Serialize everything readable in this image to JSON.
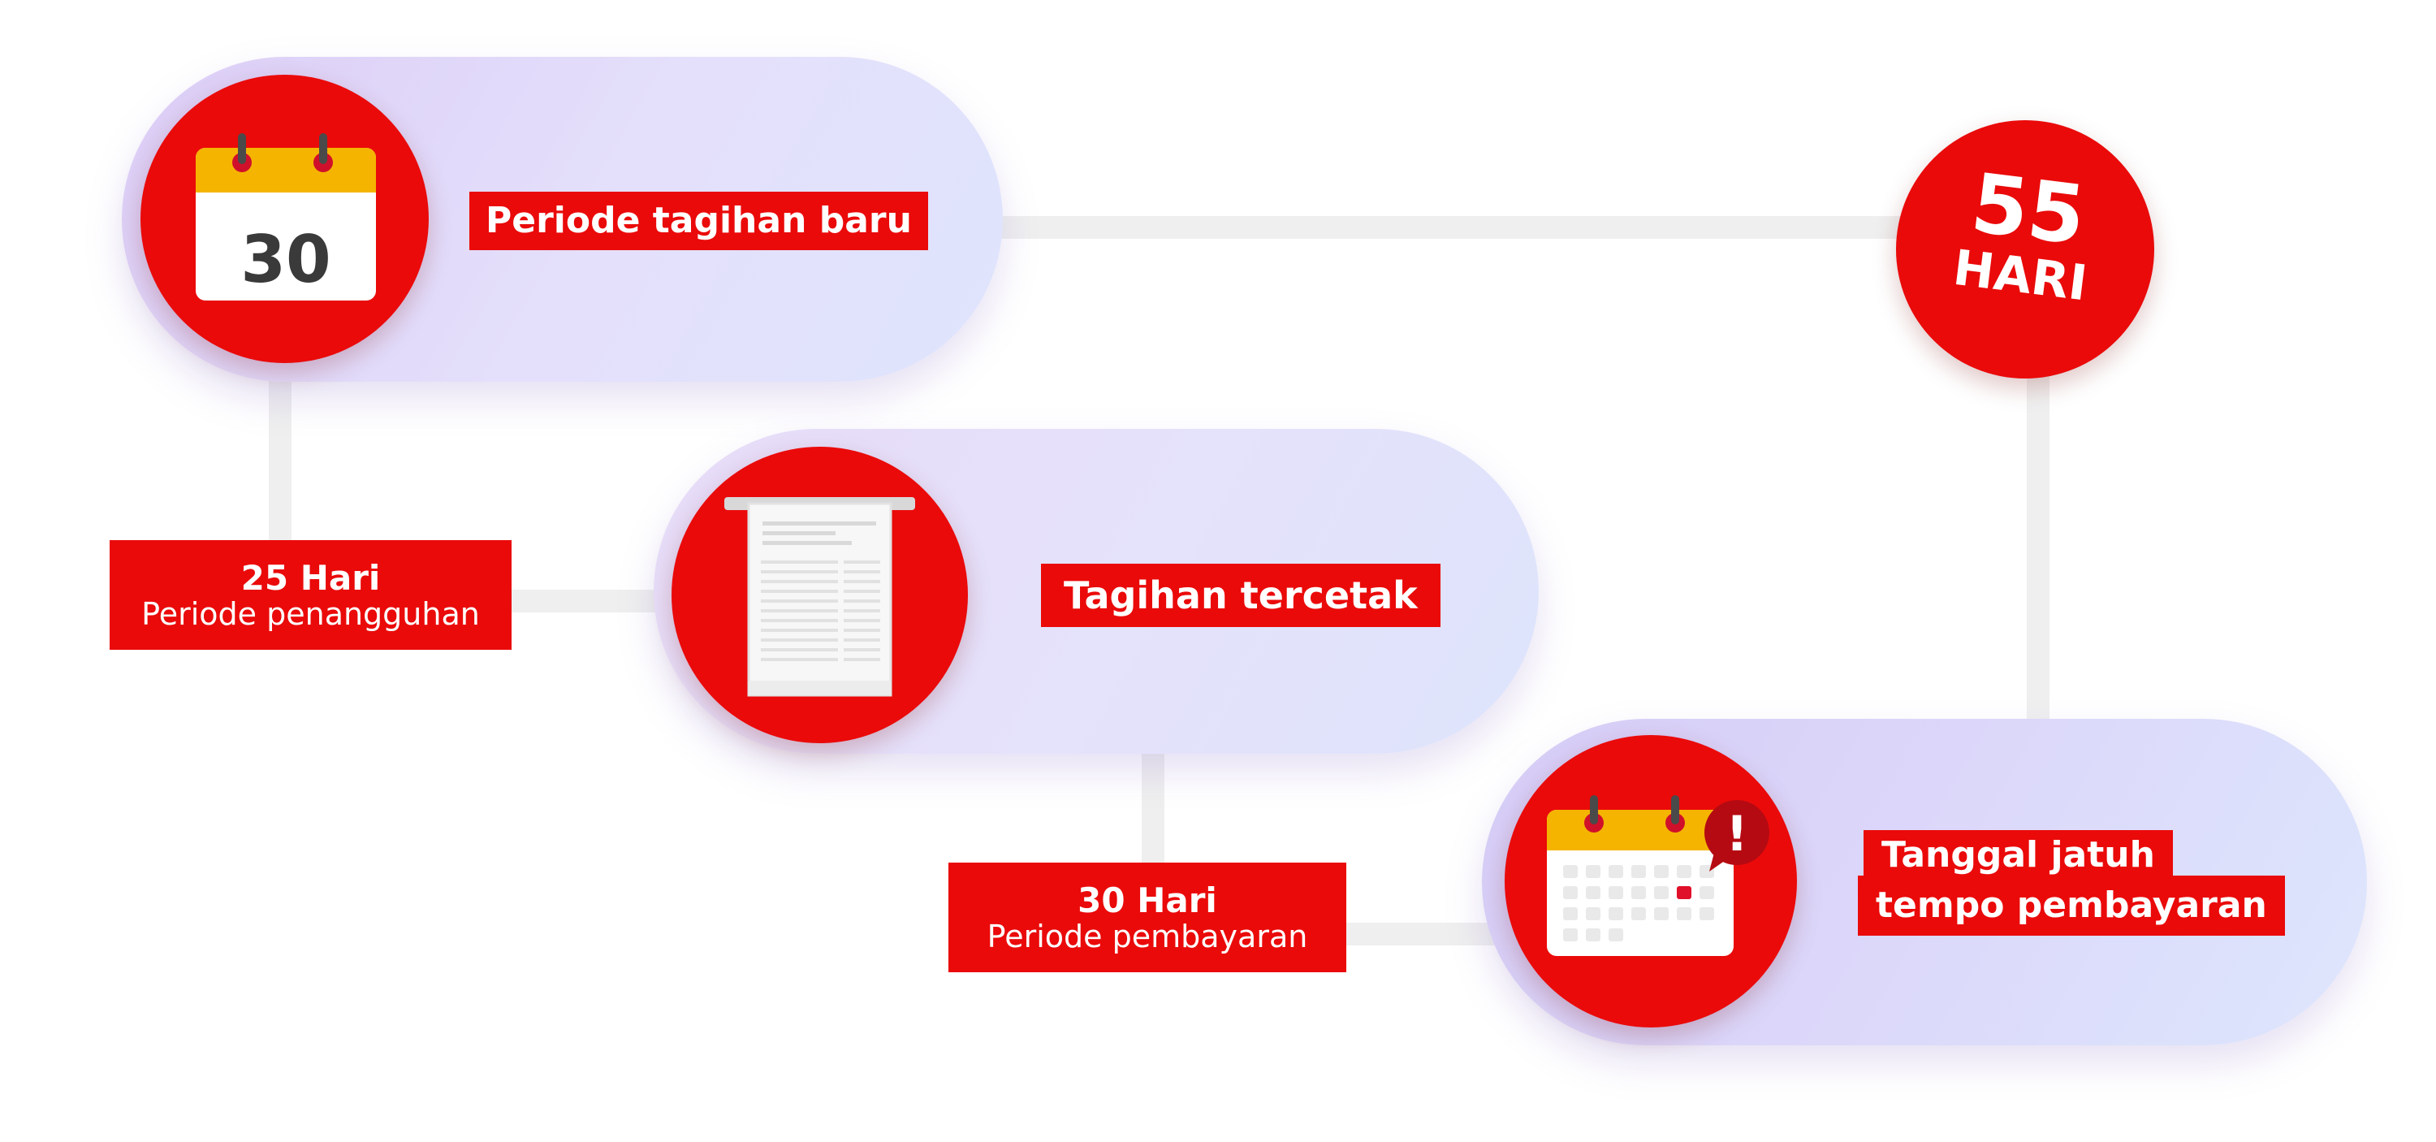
{
  "steps": {
    "new_period": {
      "label": "Periode tagihan baru",
      "calendar_number": "30"
    },
    "printed": {
      "label": "Tagihan tercetak"
    },
    "due_date": {
      "label_line1": "Tanggal jatuh",
      "label_line2": "tempo pembayaran",
      "alert_symbol": "!"
    }
  },
  "periods": {
    "grace": {
      "days": "25 Hari",
      "name": "Periode penangguhan"
    },
    "payment": {
      "days": "30 Hari",
      "name": "Periode pembayaran"
    }
  },
  "total_badge": {
    "number": "55",
    "unit": "HARI"
  },
  "icons": {
    "calendar": "calendar-icon",
    "invoice": "invoice-document-icon",
    "due_calendar": "calendar-alert-icon"
  },
  "colors": {
    "accent_red": "#ea0a0a",
    "calendar_header": "#f5b400",
    "pill_lavender": "#e2dbf9",
    "connector_gray": "#efefef",
    "calendar_text": "#3a3a3a"
  }
}
